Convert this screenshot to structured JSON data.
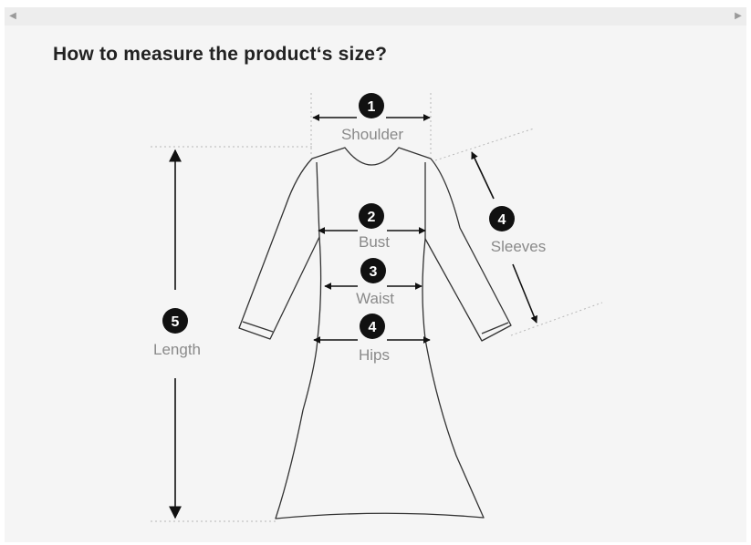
{
  "scrollbar": {
    "left_icon": "triangle-left-icon",
    "right_icon": "triangle-right-icon"
  },
  "title": "How to measure the product‘s size?",
  "colors": {
    "outline": "#333333",
    "label": "#8a8a8a",
    "badge": "#111111",
    "guide": "#b0b0b0"
  },
  "measurements": {
    "shoulder": {
      "number": "1",
      "label": "Shoulder"
    },
    "bust": {
      "number": "2",
      "label": "Bust"
    },
    "waist": {
      "number": "3",
      "label": "Waist"
    },
    "sleeves": {
      "number": "4",
      "label": "Sleeves"
    },
    "hips": {
      "number": "4",
      "label": "Hips"
    },
    "length": {
      "number": "5",
      "label": "Length"
    }
  }
}
